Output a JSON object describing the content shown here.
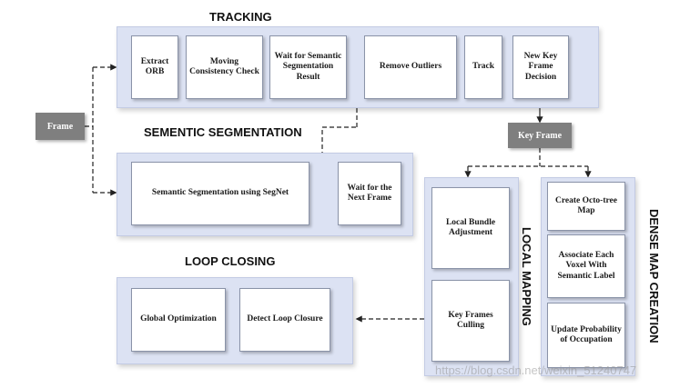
{
  "titles": {
    "tracking": "TRACKING",
    "semantic": "SEMENTIC SEGMENTATION",
    "loop": "LOOP CLOSING",
    "local": "LOCAL MAPPING",
    "dense": "DENSE MAP CREATION"
  },
  "frame_label": "Frame",
  "key_frame_label": "Key Frame",
  "tracking": {
    "extract_orb": "Extract ORB",
    "moving_check": "Moving Consistency Check",
    "wait_seg": "Wait for Semantic Segmentation Result",
    "remove_outliers": "Remove Outliers",
    "track": "Track",
    "new_keyframe": "New Key Frame Decision"
  },
  "semantic": {
    "segnet": "Semantic Segmentation using SegNet",
    "wait_next": "Wait for the Next Frame"
  },
  "local": {
    "bundle": "Local Bundle Adjustment",
    "culling": "Key Frames Culling"
  },
  "dense": {
    "octo": "Create Octo-tree Map",
    "associate": "Associate Each Voxel With Semantic Label",
    "update": "Update Probability of Occupation"
  },
  "loop": {
    "global": "Global Optimization",
    "detect": "Detect Loop Closure"
  },
  "watermark": "https://blog.csdn.net/weixin_51240747"
}
